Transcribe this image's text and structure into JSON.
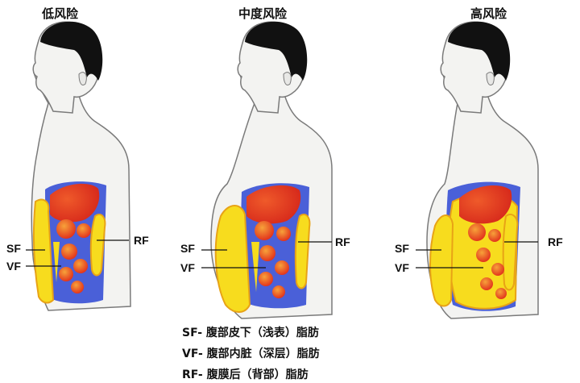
{
  "panels": [
    {
      "title": "低风险"
    },
    {
      "title": "中度风险"
    },
    {
      "title": "高风险"
    }
  ],
  "labels": {
    "sf": "SF",
    "vf": "VF",
    "rf": "RF"
  },
  "legend": [
    "SF- 腹部皮下（浅表）脂肪",
    "VF- 腹部内脏（深层）脂肪",
    "RF- 腹膜后（背部）脂肪"
  ],
  "colors": {
    "skin": "#f3f3f1",
    "outline": "#7a7a7a",
    "hair": "#111111",
    "fat": "#f7dc1e",
    "fat_edge": "#e8a316",
    "organ": "#e8401f",
    "organ_light": "#f3a135",
    "cavity": "#4a60d8"
  }
}
